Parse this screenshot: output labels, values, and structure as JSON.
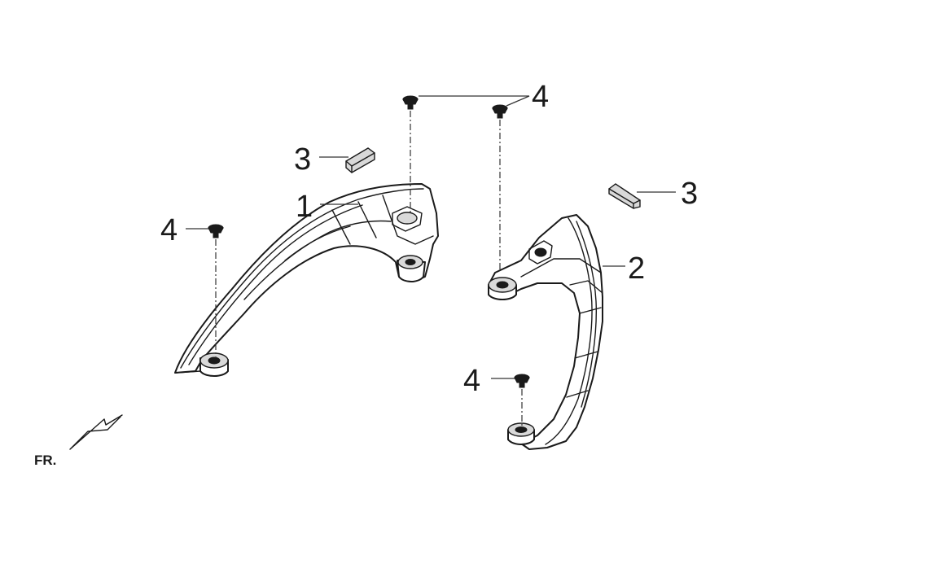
{
  "diagram": {
    "callouts": [
      {
        "id": "c1",
        "label": "1"
      },
      {
        "id": "c2",
        "label": "2"
      },
      {
        "id": "c3a",
        "label": "3"
      },
      {
        "id": "c3b",
        "label": "3"
      },
      {
        "id": "c4a",
        "label": "4"
      },
      {
        "id": "c4b",
        "label": "4"
      },
      {
        "id": "c4c",
        "label": "4"
      }
    ],
    "direction_marker": {
      "label": "FR."
    }
  }
}
